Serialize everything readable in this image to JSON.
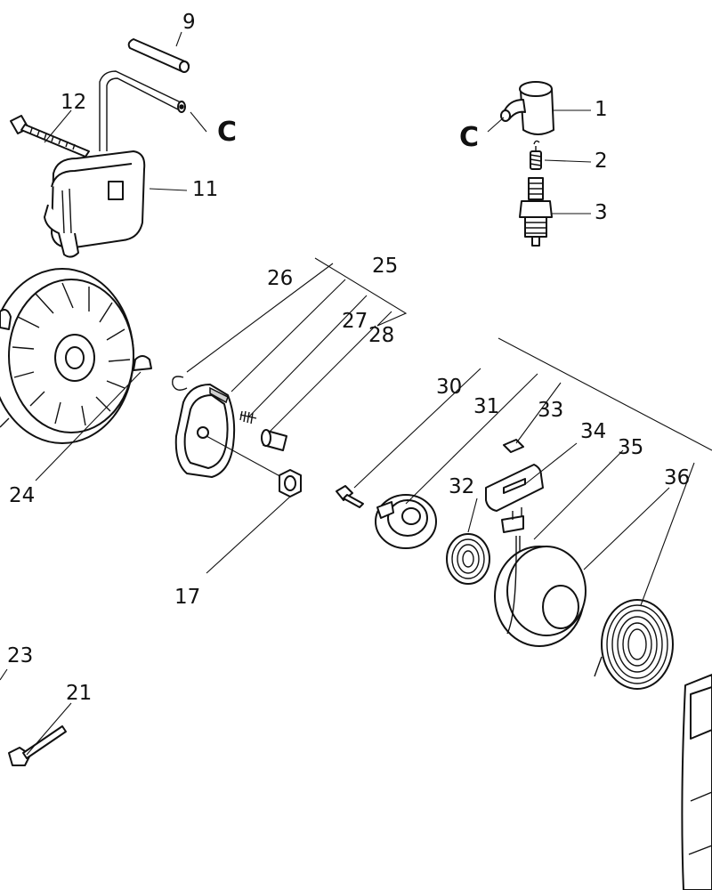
{
  "parts": {
    "p1": "1",
    "p2": "2",
    "p3": "3",
    "p9": "9",
    "p11": "11",
    "p12": "12",
    "p17": "17",
    "p21": "21",
    "p23": "23",
    "p24": "24",
    "p25": "25",
    "p26": "26",
    "p27": "27",
    "p28": "28",
    "p30": "30",
    "p31": "31",
    "p32": "32",
    "p33": "33",
    "p34": "34",
    "p35": "35",
    "p36": "36"
  },
  "refs": {
    "c_left": "C",
    "c_right": "C"
  }
}
